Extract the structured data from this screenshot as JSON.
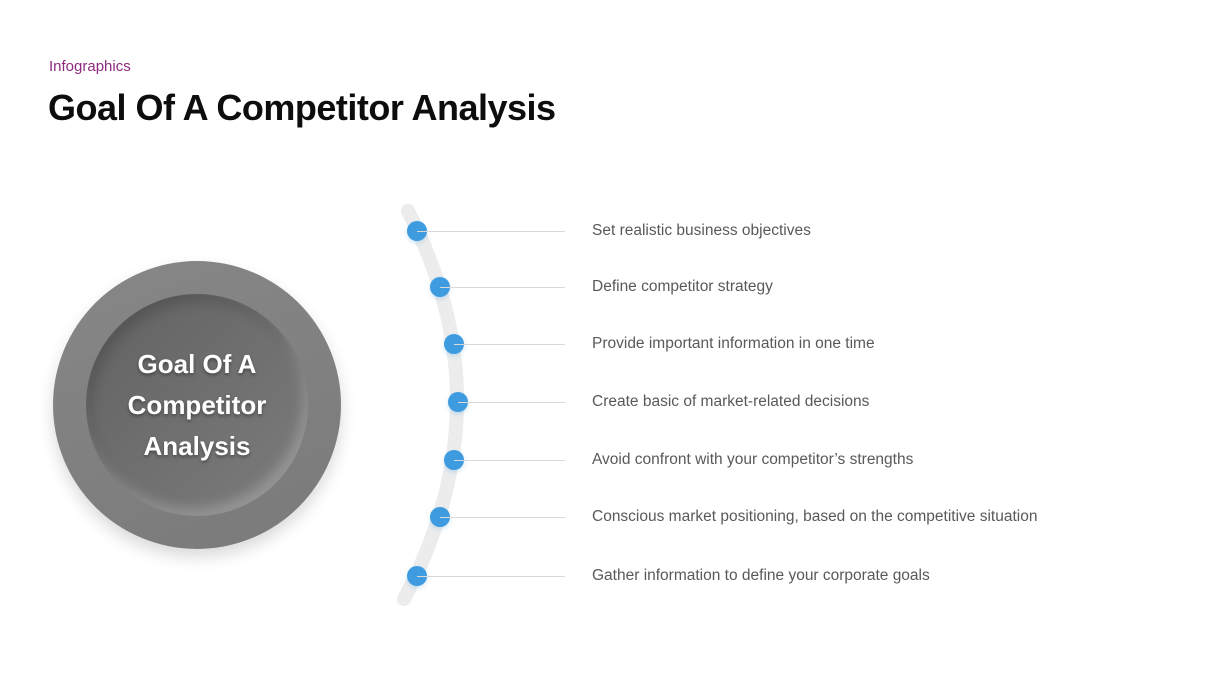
{
  "page": {
    "eyebrow": "Infographics",
    "title": "Goal Of A Competitor Analysis"
  },
  "circle": {
    "label": "Goal Of A Competitor Analysis",
    "label_lines": [
      "Goal Of A",
      "Competitor",
      "Analysis"
    ]
  },
  "timeline": {
    "items": [
      {
        "label": "Set realistic business objectives"
      },
      {
        "label": "Define competitor strategy"
      },
      {
        "label": "Provide important information in one time"
      },
      {
        "label": "Create basic of market-related decisions"
      },
      {
        "label": "Avoid confront with your competitor’s strengths"
      },
      {
        "label": "Conscious market positioning, based on the competitive situation"
      },
      {
        "label": "Gather information to define your corporate goals"
      }
    ]
  },
  "colors": {
    "accent_blue": "#3f9be0",
    "eyebrow_purple": "#8e2a7e",
    "arc_gray": "#ececec",
    "text_gray": "#595959",
    "circle_outer": "#878787",
    "circle_inner": "#636363"
  }
}
